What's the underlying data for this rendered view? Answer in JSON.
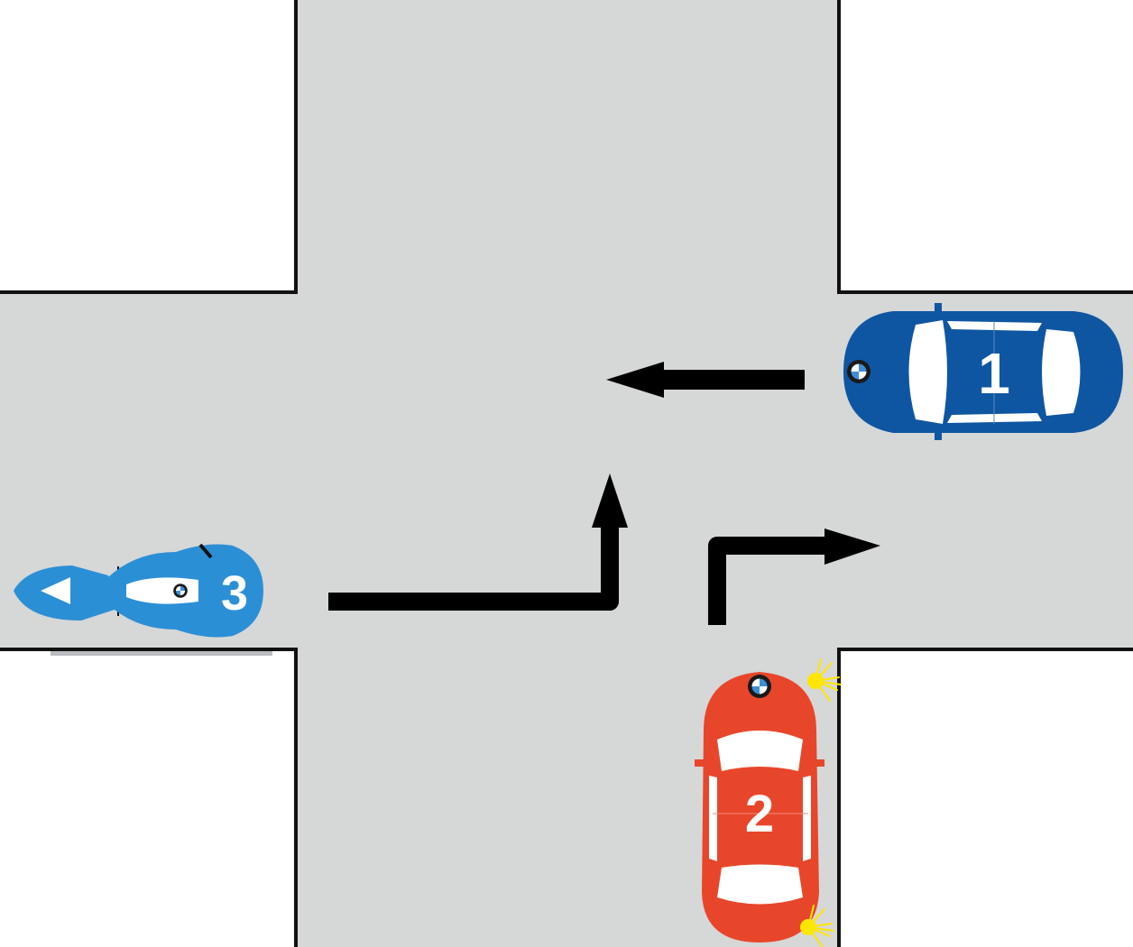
{
  "colors": {
    "road": "#d6d7d7",
    "curb": "#111111",
    "arrow": "#000000",
    "car_blue": "#0e56a2",
    "car_red": "#e8462a",
    "motorbike": "#2b8fd6",
    "indicator": "#ffe600",
    "window": "#ffffff"
  },
  "vehicles": [
    {
      "id": "vehicle-1",
      "number": "1",
      "kind": "car",
      "color": "blue",
      "heading": "west",
      "maneuver": "straight",
      "indicator": "none"
    },
    {
      "id": "vehicle-2",
      "number": "2",
      "kind": "car",
      "color": "red",
      "heading": "north",
      "maneuver": "turn-right",
      "indicator": "right"
    },
    {
      "id": "vehicle-3",
      "number": "3",
      "kind": "motorcycle",
      "color": "blue",
      "heading": "east",
      "maneuver": "turn-left",
      "indicator": "none"
    }
  ],
  "icons": {
    "brand_badge": "bmw-roundel-icon",
    "indicator": "turn-signal-icon"
  }
}
